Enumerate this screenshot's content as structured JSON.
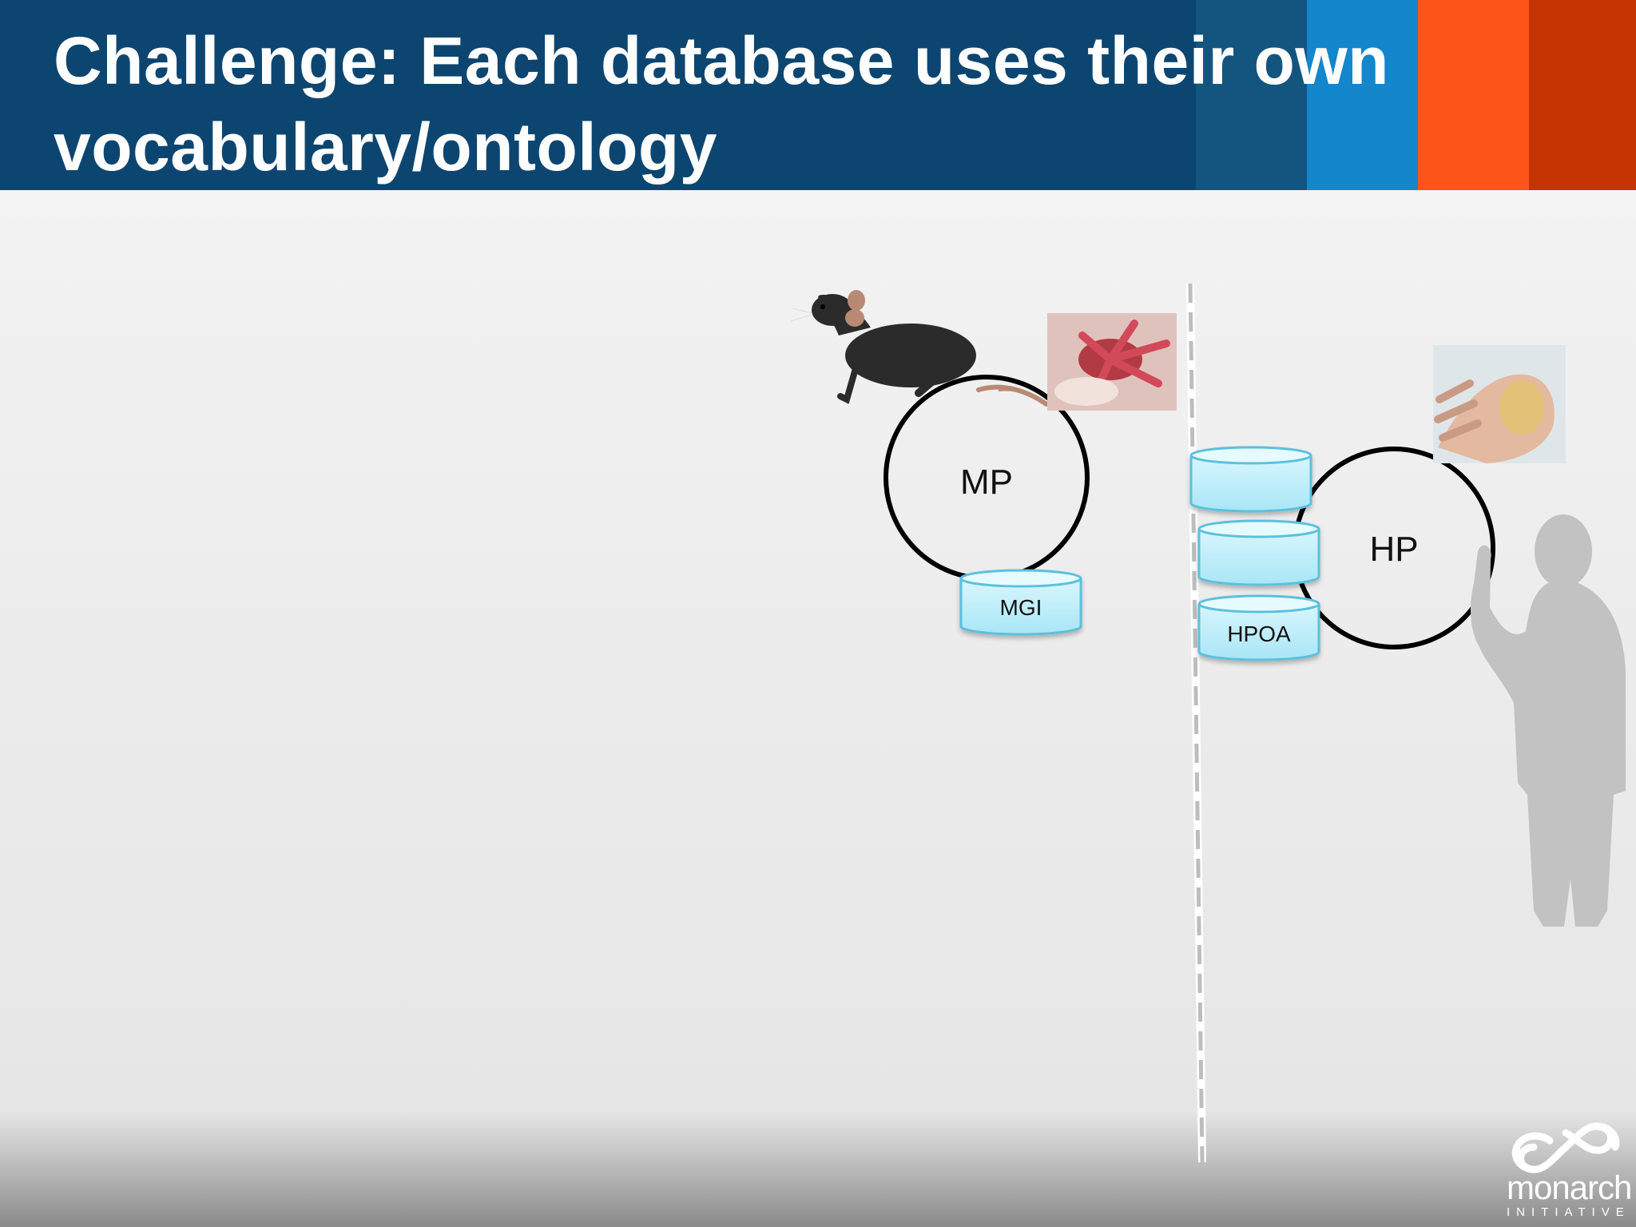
{
  "slide": {
    "title_line1": "Challenge: Each database uses their own",
    "title_line2": "vocabulary/ontology"
  },
  "diagram": {
    "mouse_side": {
      "ontology": "MP",
      "database": "MGI"
    },
    "human_side": {
      "ontology": "HP",
      "database_labeled": "HPOA"
    }
  },
  "logo": {
    "name": "monarch",
    "sub": "INITIATIVE"
  },
  "colors": {
    "header": "#0c4670",
    "band1": "#13557f",
    "band2": "#1386cc",
    "band3": "#fc5419",
    "band4": "#c33401",
    "database_fill": "#bfeefa",
    "database_stroke": "#5cc0de"
  }
}
